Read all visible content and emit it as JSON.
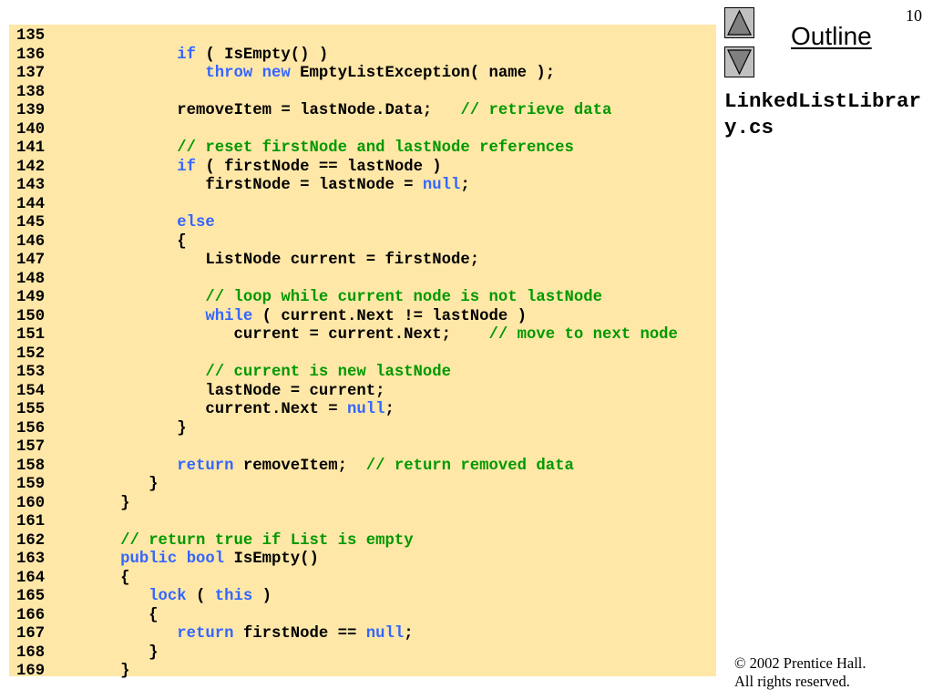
{
  "slide": {
    "page_number": "10",
    "outline_label": "Outline",
    "filename": "LinkedListLibrary.cs",
    "copyright": {
      "line1": "© 2002 Prentice Hall.",
      "line2": "All rights reserved."
    },
    "nav": {
      "up_icon": "up-arrow-icon",
      "down_icon": "down-arrow-icon"
    }
  },
  "colors": {
    "code_background": "#FFE7A8",
    "keyword": "#3366FF",
    "comment": "#009900",
    "text": "#000000",
    "nav_button_fill": "#C0C0C0",
    "nav_arrow_fill": "#808080"
  },
  "code": {
    "lines": [
      {
        "num": "135",
        "segments": []
      },
      {
        "num": "136",
        "segments": [
          {
            "type": "plain",
            "text": "            "
          },
          {
            "type": "keyword",
            "text": "if"
          },
          {
            "type": "plain",
            "text": " ( IsEmpty() )"
          }
        ]
      },
      {
        "num": "137",
        "segments": [
          {
            "type": "plain",
            "text": "               "
          },
          {
            "type": "keyword",
            "text": "throw"
          },
          {
            "type": "plain",
            "text": " "
          },
          {
            "type": "keyword",
            "text": "new"
          },
          {
            "type": "plain",
            "text": " EmptyListException( name );"
          }
        ]
      },
      {
        "num": "138",
        "segments": []
      },
      {
        "num": "139",
        "segments": [
          {
            "type": "plain",
            "text": "            removeItem = lastNode.Data;   "
          },
          {
            "type": "comment",
            "text": "// retrieve data"
          }
        ]
      },
      {
        "num": "140",
        "segments": []
      },
      {
        "num": "141",
        "segments": [
          {
            "type": "plain",
            "text": "            "
          },
          {
            "type": "comment",
            "text": "// reset firstNode and lastNode references"
          }
        ]
      },
      {
        "num": "142",
        "segments": [
          {
            "type": "plain",
            "text": "            "
          },
          {
            "type": "keyword",
            "text": "if"
          },
          {
            "type": "plain",
            "text": " ( firstNode == lastNode )"
          }
        ]
      },
      {
        "num": "143",
        "segments": [
          {
            "type": "plain",
            "text": "               firstNode = lastNode = "
          },
          {
            "type": "keyword",
            "text": "null"
          },
          {
            "type": "plain",
            "text": ";"
          }
        ]
      },
      {
        "num": "144",
        "segments": []
      },
      {
        "num": "145",
        "segments": [
          {
            "type": "plain",
            "text": "            "
          },
          {
            "type": "keyword",
            "text": "else"
          }
        ]
      },
      {
        "num": "146",
        "segments": [
          {
            "type": "plain",
            "text": "            {"
          }
        ]
      },
      {
        "num": "147",
        "segments": [
          {
            "type": "plain",
            "text": "               ListNode current = firstNode;"
          }
        ]
      },
      {
        "num": "148",
        "segments": []
      },
      {
        "num": "149",
        "segments": [
          {
            "type": "plain",
            "text": "               "
          },
          {
            "type": "comment",
            "text": "// loop while current node is not lastNode"
          }
        ]
      },
      {
        "num": "150",
        "segments": [
          {
            "type": "plain",
            "text": "               "
          },
          {
            "type": "keyword",
            "text": "while"
          },
          {
            "type": "plain",
            "text": " ( current.Next != lastNode )"
          }
        ]
      },
      {
        "num": "151",
        "segments": [
          {
            "type": "plain",
            "text": "                  current = current.Next;    "
          },
          {
            "type": "comment",
            "text": "// move to next node"
          }
        ]
      },
      {
        "num": "152",
        "segments": []
      },
      {
        "num": "153",
        "segments": [
          {
            "type": "plain",
            "text": "               "
          },
          {
            "type": "comment",
            "text": "// current is new lastNode"
          }
        ]
      },
      {
        "num": "154",
        "segments": [
          {
            "type": "plain",
            "text": "               lastNode = current;"
          }
        ]
      },
      {
        "num": "155",
        "segments": [
          {
            "type": "plain",
            "text": "               current.Next = "
          },
          {
            "type": "keyword",
            "text": "null"
          },
          {
            "type": "plain",
            "text": ";"
          }
        ]
      },
      {
        "num": "156",
        "segments": [
          {
            "type": "plain",
            "text": "            }"
          }
        ]
      },
      {
        "num": "157",
        "segments": []
      },
      {
        "num": "158",
        "segments": [
          {
            "type": "plain",
            "text": "            "
          },
          {
            "type": "keyword",
            "text": "return"
          },
          {
            "type": "plain",
            "text": " removeItem;  "
          },
          {
            "type": "comment",
            "text": "// return removed data"
          }
        ]
      },
      {
        "num": "159",
        "segments": [
          {
            "type": "plain",
            "text": "         }"
          }
        ]
      },
      {
        "num": "160",
        "segments": [
          {
            "type": "plain",
            "text": "      }"
          }
        ]
      },
      {
        "num": "161",
        "segments": []
      },
      {
        "num": "162",
        "segments": [
          {
            "type": "plain",
            "text": "      "
          },
          {
            "type": "comment",
            "text": "// return true if List is empty"
          }
        ]
      },
      {
        "num": "163",
        "segments": [
          {
            "type": "plain",
            "text": "      "
          },
          {
            "type": "keyword",
            "text": "public"
          },
          {
            "type": "plain",
            "text": " "
          },
          {
            "type": "keyword",
            "text": "bool"
          },
          {
            "type": "plain",
            "text": " IsEmpty()"
          }
        ]
      },
      {
        "num": "164",
        "segments": [
          {
            "type": "plain",
            "text": "      {"
          }
        ]
      },
      {
        "num": "165",
        "segments": [
          {
            "type": "plain",
            "text": "         "
          },
          {
            "type": "keyword",
            "text": "lock"
          },
          {
            "type": "plain",
            "text": " ( "
          },
          {
            "type": "keyword",
            "text": "this"
          },
          {
            "type": "plain",
            "text": " )"
          }
        ]
      },
      {
        "num": "166",
        "segments": [
          {
            "type": "plain",
            "text": "         {"
          }
        ]
      },
      {
        "num": "167",
        "segments": [
          {
            "type": "plain",
            "text": "            "
          },
          {
            "type": "keyword",
            "text": "return"
          },
          {
            "type": "plain",
            "text": " firstNode == "
          },
          {
            "type": "keyword",
            "text": "null"
          },
          {
            "type": "plain",
            "text": ";"
          }
        ]
      },
      {
        "num": "168",
        "segments": [
          {
            "type": "plain",
            "text": "         }"
          }
        ]
      },
      {
        "num": "169",
        "segments": [
          {
            "type": "plain",
            "text": "      }"
          }
        ]
      }
    ]
  }
}
